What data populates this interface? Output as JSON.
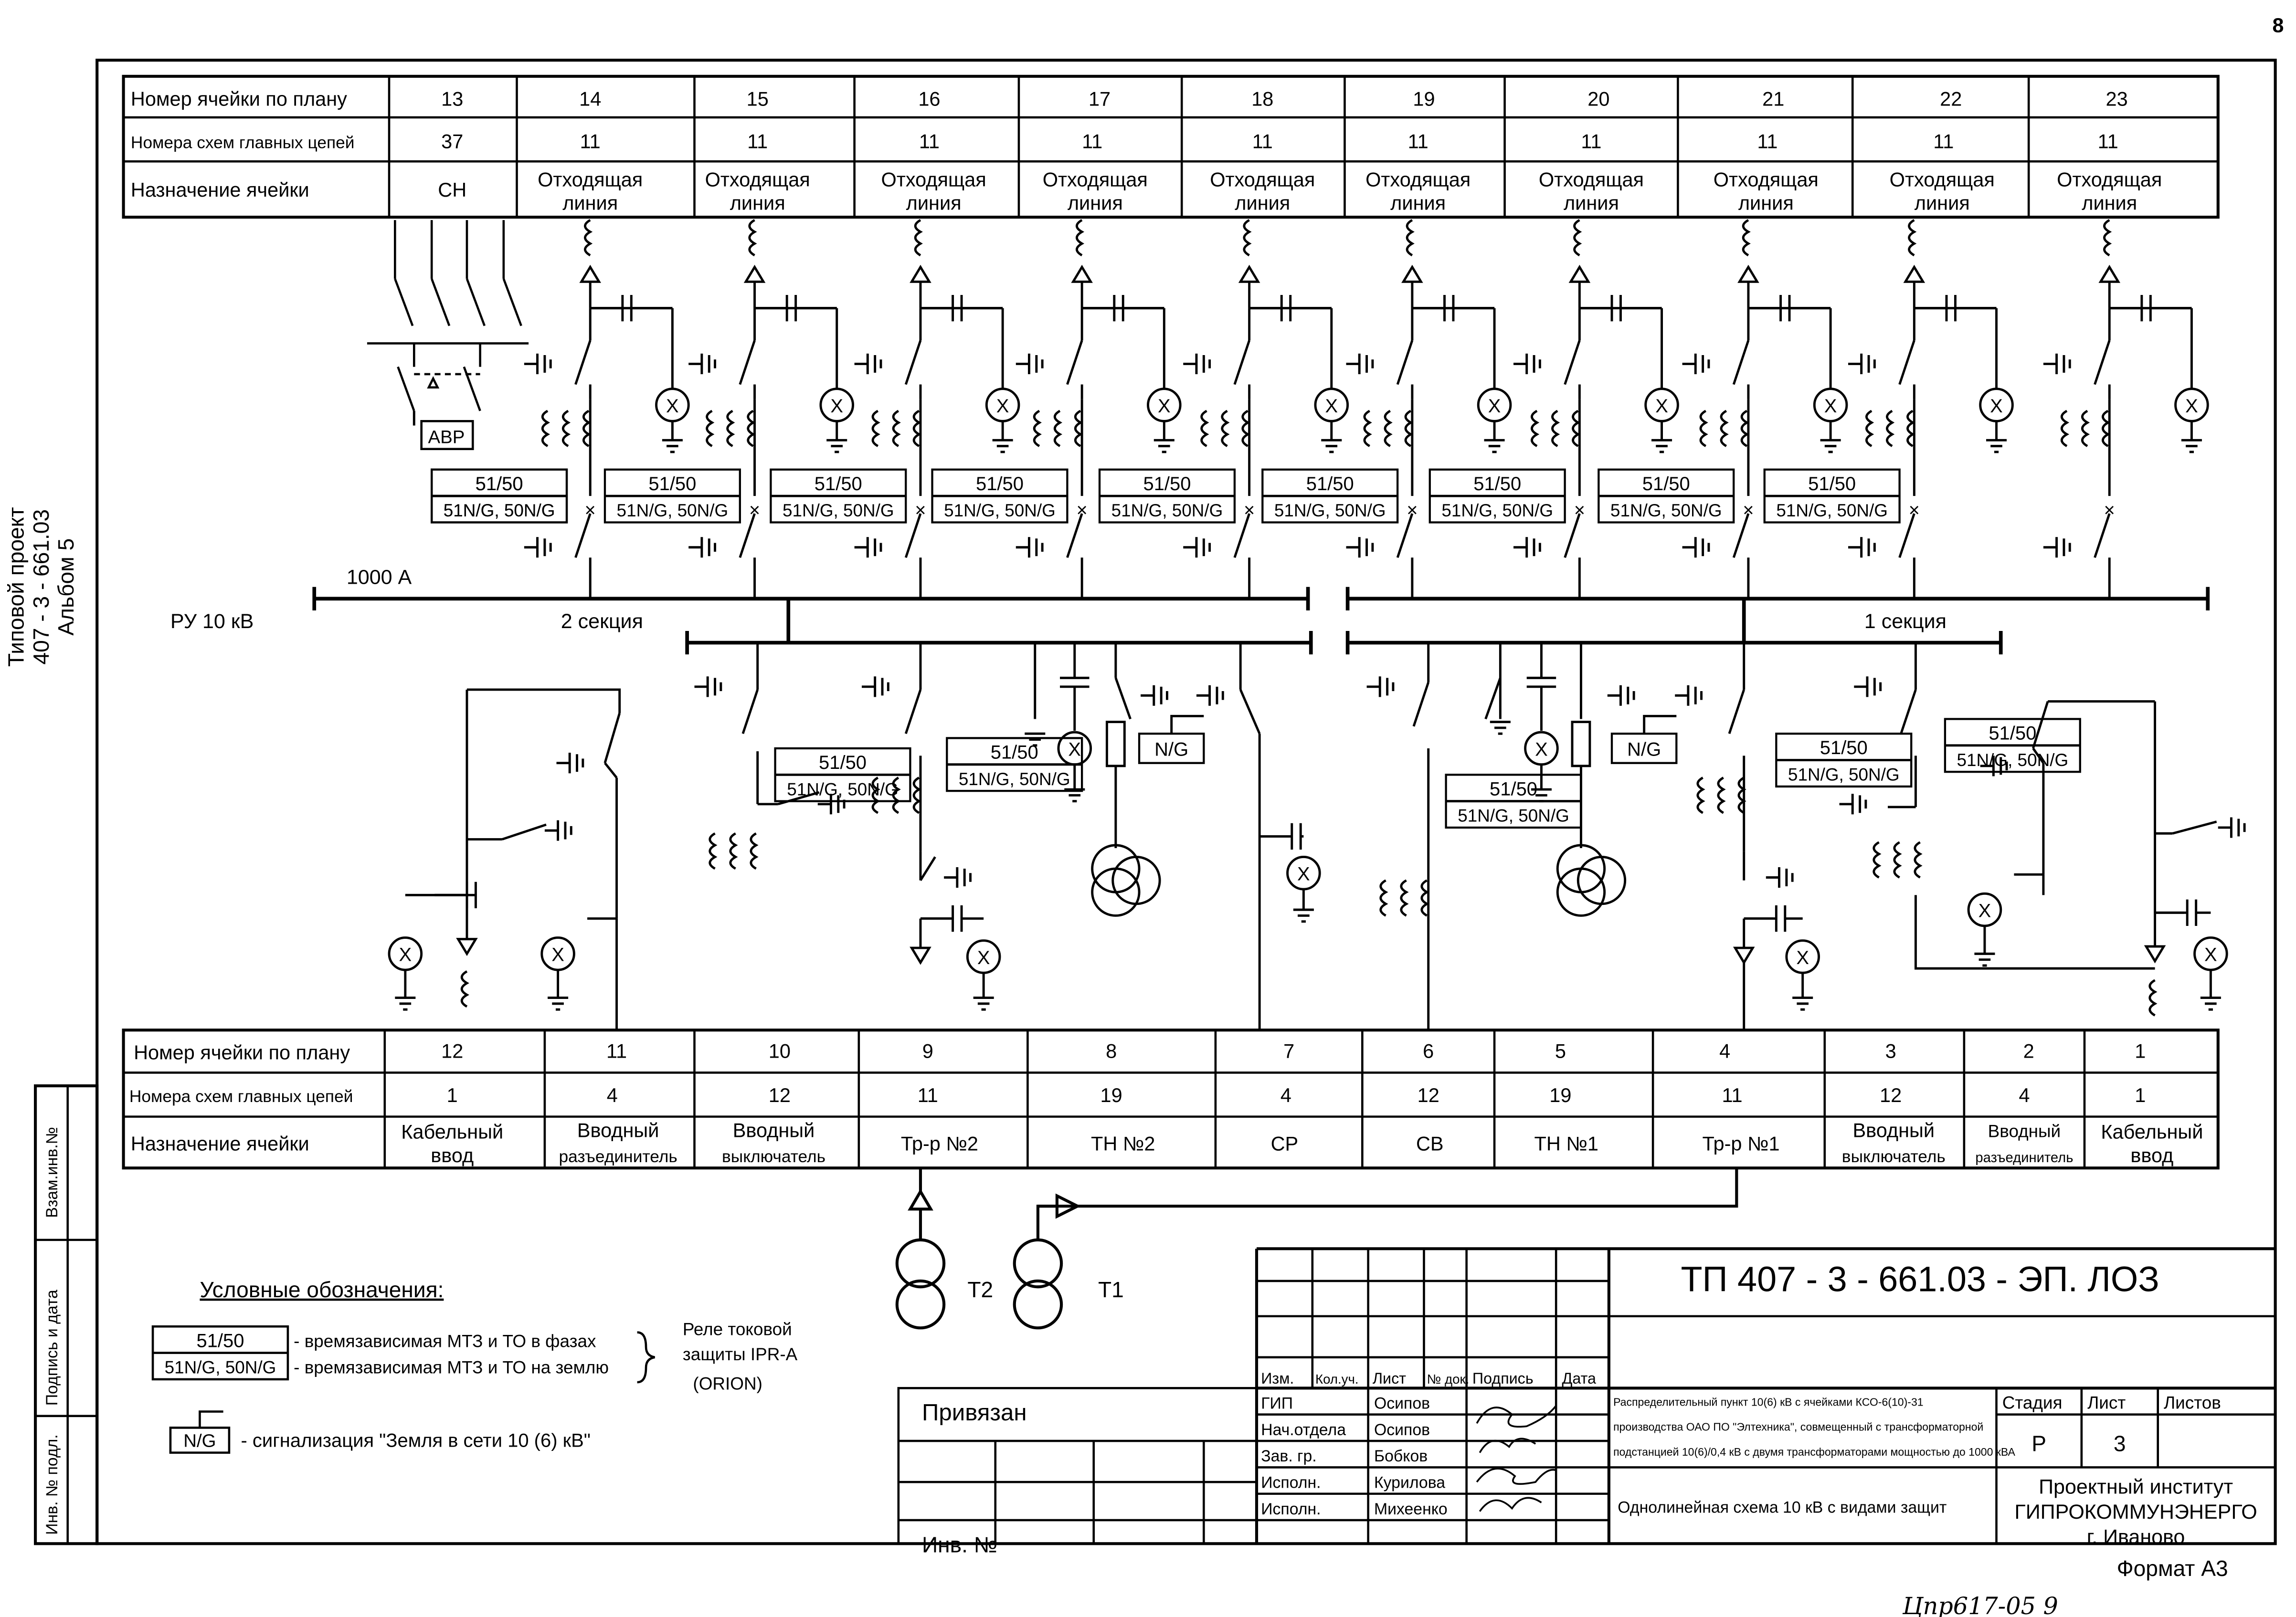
{
  "page_number": "8",
  "side_title": [
    "Типовой проект",
    "407 - 3 - 661.03",
    "Альбом   5"
  ],
  "side_stamps": [
    "Взам.инв.№",
    "Подпись и дата",
    "Инв. № подл."
  ],
  "top_table": {
    "row_labels": [
      "Номер ячейки по плану",
      "Номера схем главных цепей",
      "Назначение ячейки"
    ],
    "cells": [
      {
        "num": "13",
        "scheme": "37",
        "purpose": [
          "СН"
        ]
      },
      {
        "num": "14",
        "scheme": "11",
        "purpose": [
          "Отходящая",
          "линия"
        ]
      },
      {
        "num": "15",
        "scheme": "11",
        "purpose": [
          "Отходящая",
          "линия"
        ]
      },
      {
        "num": "16",
        "scheme": "11",
        "purpose": [
          "Отходящая",
          "линия"
        ]
      },
      {
        "num": "17",
        "scheme": "11",
        "purpose": [
          "Отходящая",
          "линия"
        ]
      },
      {
        "num": "18",
        "scheme": "11",
        "purpose": [
          "Отходящая",
          "линия"
        ]
      },
      {
        "num": "19",
        "scheme": "11",
        "purpose": [
          "Отходящая",
          "линия"
        ]
      },
      {
        "num": "20",
        "scheme": "11",
        "purpose": [
          "Отходящая",
          "линия"
        ]
      },
      {
        "num": "21",
        "scheme": "11",
        "purpose": [
          "Отходящая",
          "линия"
        ]
      },
      {
        "num": "22",
        "scheme": "11",
        "purpose": [
          "Отходящая",
          "линия"
        ]
      },
      {
        "num": "23",
        "scheme": "11",
        "purpose": [
          "Отходящая",
          "линия"
        ]
      }
    ]
  },
  "bottom_table": {
    "row_labels": [
      "Номер ячейки по плану",
      "Номера схем главных цепей",
      "Назначение ячейки"
    ],
    "cells": [
      {
        "num": "12",
        "scheme": "1",
        "purpose": [
          "Кабельный",
          "ввод"
        ]
      },
      {
        "num": "11",
        "scheme": "4",
        "purpose": [
          "Вводный",
          "разъединитель"
        ]
      },
      {
        "num": "10",
        "scheme": "12",
        "purpose": [
          "Вводный",
          "выключатель"
        ]
      },
      {
        "num": "9",
        "scheme": "11",
        "purpose": [
          "Тр-р №2"
        ]
      },
      {
        "num": "8",
        "scheme": "19",
        "purpose": [
          "ТН №2"
        ]
      },
      {
        "num": "7",
        "scheme": "4",
        "purpose": [
          "СР"
        ]
      },
      {
        "num": "6",
        "scheme": "12",
        "purpose": [
          "СВ"
        ]
      },
      {
        "num": "5",
        "scheme": "19",
        "purpose": [
          "ТН №1"
        ]
      },
      {
        "num": "4",
        "scheme": "11",
        "purpose": [
          "Тр-р №1"
        ]
      },
      {
        "num": "3",
        "scheme": "12",
        "purpose": [
          "Вводный",
          "выключатель"
        ]
      },
      {
        "num": "2",
        "scheme": "4",
        "purpose": [
          "Вводный",
          "разъединитель"
        ]
      },
      {
        "num": "1",
        "scheme": "1",
        "purpose": [
          "Кабельный",
          "ввод"
        ]
      }
    ]
  },
  "diagram": {
    "avr_label": "АВР",
    "relay_phase": "51/50",
    "relay_earth": "51N/G, 50N/G",
    "ng_label": "N/G",
    "current_label": "1000 А",
    "ru_label": "РУ 10 кВ",
    "section2_label": "2 секция",
    "section1_label": "1 секция",
    "t2_label": "Т2",
    "t1_label": "Т1",
    "meter_symbol": "X"
  },
  "legend": {
    "title": "Условные обозначения:",
    "item1": "- времязависимая МТЗ и ТО в фазах",
    "item2": "- времязависимая МТЗ и ТО на землю",
    "brace_note": [
      "Реле токовой",
      "защиты IPR-A",
      "(ORION)"
    ],
    "item3": "- сигнализация \"Земля в сети 10 (6) кВ\""
  },
  "title_block": {
    "code": "ТП  407 - 3 - 661.03 - ЭП. ЛОЗ",
    "privyazan": "Привязан",
    "inv_no": "Инв. №",
    "rev_headers": [
      "Изм.",
      "Кол.уч.",
      "Лист",
      "№ док.",
      "Подпись",
      "Дата"
    ],
    "people": [
      {
        "role": "ГИП",
        "name": "Осипов"
      },
      {
        "role": "Нач.отдела",
        "name": "Осипов"
      },
      {
        "role": "Зав. гр.",
        "name": "Бобков"
      },
      {
        "role": "Исполн.",
        "name": "Курилова"
      },
      {
        "role": "Исполн.",
        "name": "Михеенко"
      }
    ],
    "description": [
      "Распределительный пункт 10(6) кВ с ячейками КСО-6(10)-31",
      "производства ОАО ПО \"Элтехника\", совмещенный с трансформаторной",
      "подстанцией 10(6)/0,4 кВ с двумя трансформаторами мощностью до 1000 кВА"
    ],
    "sheet_title": "Однолинейная схема 10 кВ с видами защит",
    "stage_header": "Стадия",
    "sheet_header": "Лист",
    "sheets_header": "Листов",
    "stage": "Р",
    "sheet": "3",
    "sheets": "",
    "org": [
      "Проектный институт",
      "ГИПРОКОММУНЭНЕРГО",
      "г. Иваново"
    ],
    "format": "Формат А3",
    "handwritten": "Цпр617-05      9"
  }
}
